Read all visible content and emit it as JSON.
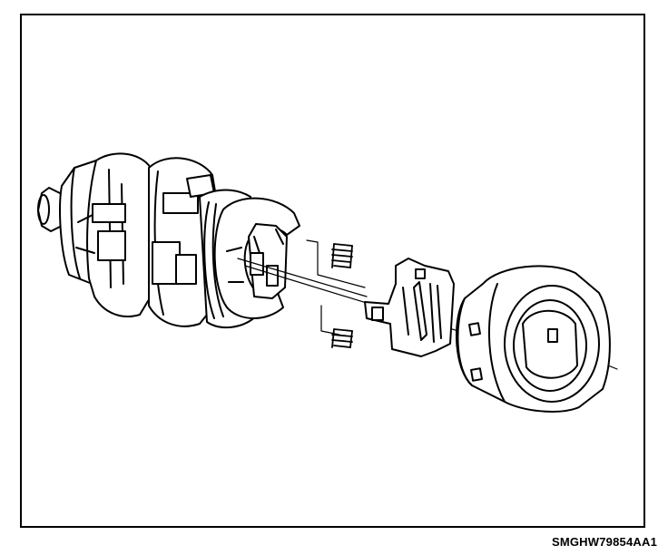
{
  "diagram": {
    "ref_code": "SMGHW79854AA1",
    "stroke_color": "#000000",
    "fill_color": "#ffffff",
    "parts": [
      {
        "name": "lock-cylinder-body"
      },
      {
        "name": "upper-spring"
      },
      {
        "name": "lower-spring"
      },
      {
        "name": "retainer-plate"
      },
      {
        "name": "cylinder-cap"
      }
    ]
  }
}
